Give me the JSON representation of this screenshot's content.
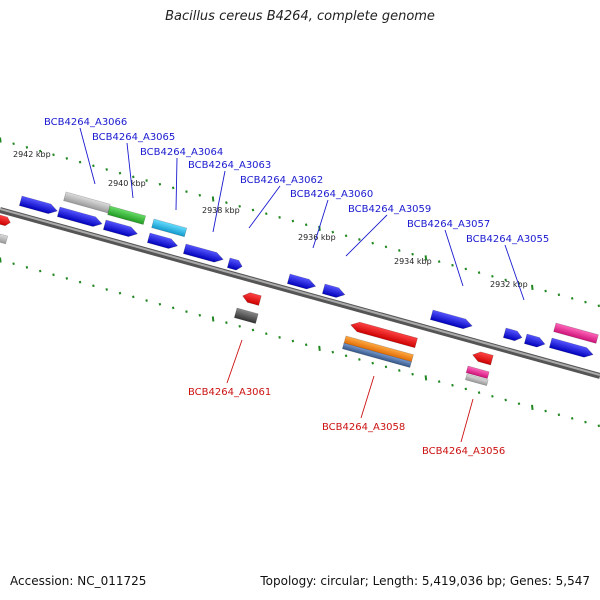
{
  "title": "Bacillus cereus B4264, complete genome",
  "accession": "Accession: NC_011725",
  "summary": "Topology: circular; Length: 5,419,036 bp; Genes: 5,547",
  "scale_labels": [
    "2942 kbp",
    "2940 kbp",
    "2938 kbp",
    "2936 kbp",
    "2934 kbp",
    "2932 kbp"
  ],
  "forward_genes": [
    "BCB4264_A3066",
    "BCB4264_A3065",
    "BCB4264_A3064",
    "BCB4264_A3063",
    "BCB4264_A3062",
    "BCB4264_A3060",
    "BCB4264_A3059",
    "BCB4264_A3057",
    "BCB4264_A3055"
  ],
  "reverse_genes": [
    "BCB4264_A3061",
    "BCB4264_A3058",
    "BCB4264_A3056"
  ],
  "colors": {
    "backbone": "#777777",
    "forward_label": "#1a1ad0",
    "reverse_label": "#cc1111",
    "tick": "#228822",
    "gene_blue": "#1111dd",
    "gene_red": "#ee1111",
    "gene_green": "#33bb33",
    "gene_cyan": "#22bbee",
    "gene_grey": "#bbbbbb",
    "gene_dark_grey": "#555555",
    "gene_pink": "#ee2299",
    "gene_orange": "#ff8800",
    "gene_steel": "#4477aa"
  }
}
